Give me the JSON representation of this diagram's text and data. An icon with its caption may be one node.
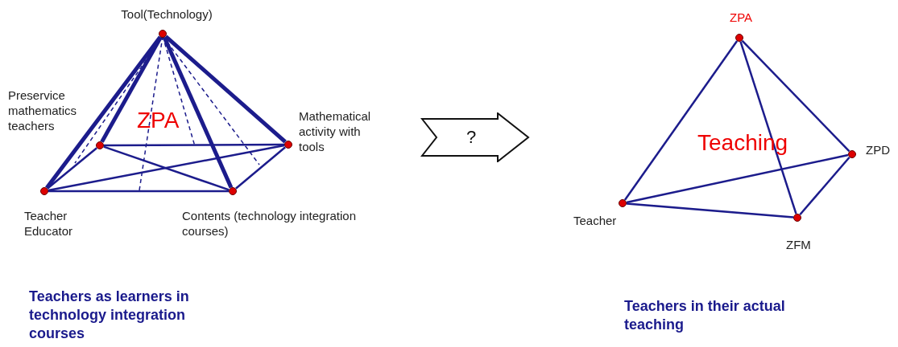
{
  "diagram": {
    "nodes": [
      {
        "text": [],
        "shape": "circle",
        "beside": [
          "Tool(Technology)"
        ]
      },
      {
        "text": [],
        "shape": "circle",
        "beside": [
          "Preservice mathematics teachers"
        ]
      },
      {
        "text": [],
        "shape": "circle",
        "beside": [
          "Mathematical activity with tools"
        ]
      },
      {
        "text": [],
        "shape": "circle",
        "beside": [
          "Teacher Educator"
        ]
      },
      {
        "text": [],
        "shape": "circle",
        "beside": [
          "Contents (technology integration courses)"
        ]
      },
      {
        "text": [
          "?"
        ]
      },
      {
        "text": [],
        "shape": "circle",
        "beside": [
          "ZPA"
        ]
      },
      {
        "text": [],
        "shape": "circle",
        "beside": [
          "Teacher"
        ]
      },
      {
        "text": [],
        "shape": "circle",
        "beside": [
          "ZFM"
        ]
      },
      {
        "text": [],
        "shape": "circle",
        "beside": [
          "ZPD"
        ]
      }
    ],
    "edges": [
      {
        "from": 0,
        "to": 1,
        "arrow": "none",
        "style": "thick"
      },
      {
        "from": 0,
        "to": 2,
        "arrow": "none",
        "style": "thick"
      },
      {
        "from": 0,
        "to": 3,
        "arrow": "none",
        "style": "thick"
      },
      {
        "from": 0,
        "to": 4,
        "arrow": "none",
        "style": "thick"
      },
      {
        "from": 1,
        "to": 2,
        "arrow": "none"
      },
      {
        "from": 3,
        "to": 4,
        "arrow": "none"
      },
      {
        "from": 3,
        "to": 1,
        "arrow": "none"
      },
      {
        "from": 4,
        "to": 2,
        "arrow": "none"
      },
      {
        "from": 3,
        "to": 2,
        "arrow": "none"
      },
      {
        "from": 1,
        "to": 4,
        "arrow": "none"
      },
      {
        "from": 6,
        "to": 7,
        "arrow": "none"
      },
      {
        "from": 6,
        "to": 8,
        "arrow": "none"
      },
      {
        "from": 6,
        "to": 9,
        "arrow": "none"
      },
      {
        "from": 7,
        "to": 8,
        "arrow": "none"
      },
      {
        "from": 8,
        "to": 9,
        "arrow": "none"
      },
      {
        "from": 7,
        "to": 9,
        "arrow": "none"
      }
    ],
    "labels": [
      "ZPA",
      "Teaching",
      "Teachers as learners in technology integration courses",
      "Teachers in their actual teaching"
    ]
  }
}
